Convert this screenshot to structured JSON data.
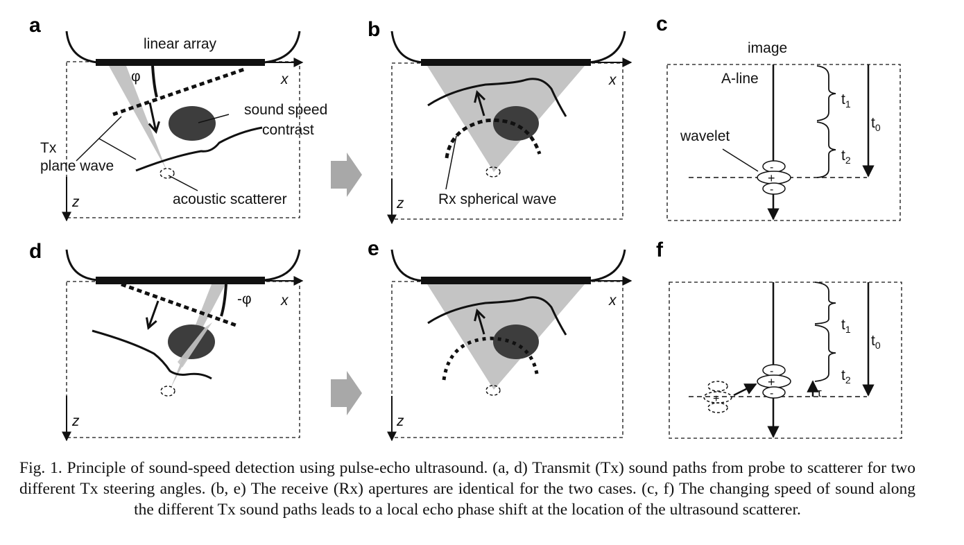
{
  "figure": {
    "panels": {
      "a": {
        "label": "a",
        "probe_label": "linear array",
        "angle_label": "φ",
        "x_axis": "x",
        "z_axis": "z",
        "contrast_label_line1": "sound speed",
        "contrast_label_line2": "contrast",
        "tx_label_line1": "Tx",
        "tx_label_line2": "plane wave",
        "scatterer_label": "acoustic scatterer"
      },
      "b": {
        "label": "b",
        "x_axis": "x",
        "z_axis": "z",
        "rx_label": "Rx spherical wave"
      },
      "c": {
        "label": "c",
        "image_label": "image",
        "aline_label": "A-line",
        "wavelet_label": "wavelet",
        "t1": "t",
        "t1_sub": "1",
        "t2": "t",
        "t2_sub": "2",
        "t0": "t",
        "t0_sub": "0",
        "minus": "-",
        "plus": "+"
      },
      "d": {
        "label": "d",
        "angle_label": "-φ",
        "x_axis": "x",
        "z_axis": "z"
      },
      "e": {
        "label": "e",
        "x_axis": "x",
        "z_axis": "z"
      },
      "f": {
        "label": "f",
        "t1": "t",
        "t1_sub": "1",
        "t2": "t",
        "t2_sub": "2",
        "t0": "t",
        "t0_sub": "0",
        "tau": "τ",
        "minus": "-",
        "plus": "+"
      }
    },
    "colors": {
      "ink": "#111111",
      "beam_gray": "#c4c4c4",
      "inclusion_gray": "#3d3d3d",
      "arrow_gray": "#a8a8a8"
    },
    "caption": "Fig. 1.  Principle of sound-speed detection using pulse-echo ultrasound. (a, d) Transmit (Tx) sound paths from probe to scatterer for two different Tx steering angles. (b, e) The receive (Rx) apertures are identical for the two cases. (c, f) The changing speed of sound along the different Tx sound paths leads to a local echo phase shift at the location of the ultrasound scatterer."
  }
}
